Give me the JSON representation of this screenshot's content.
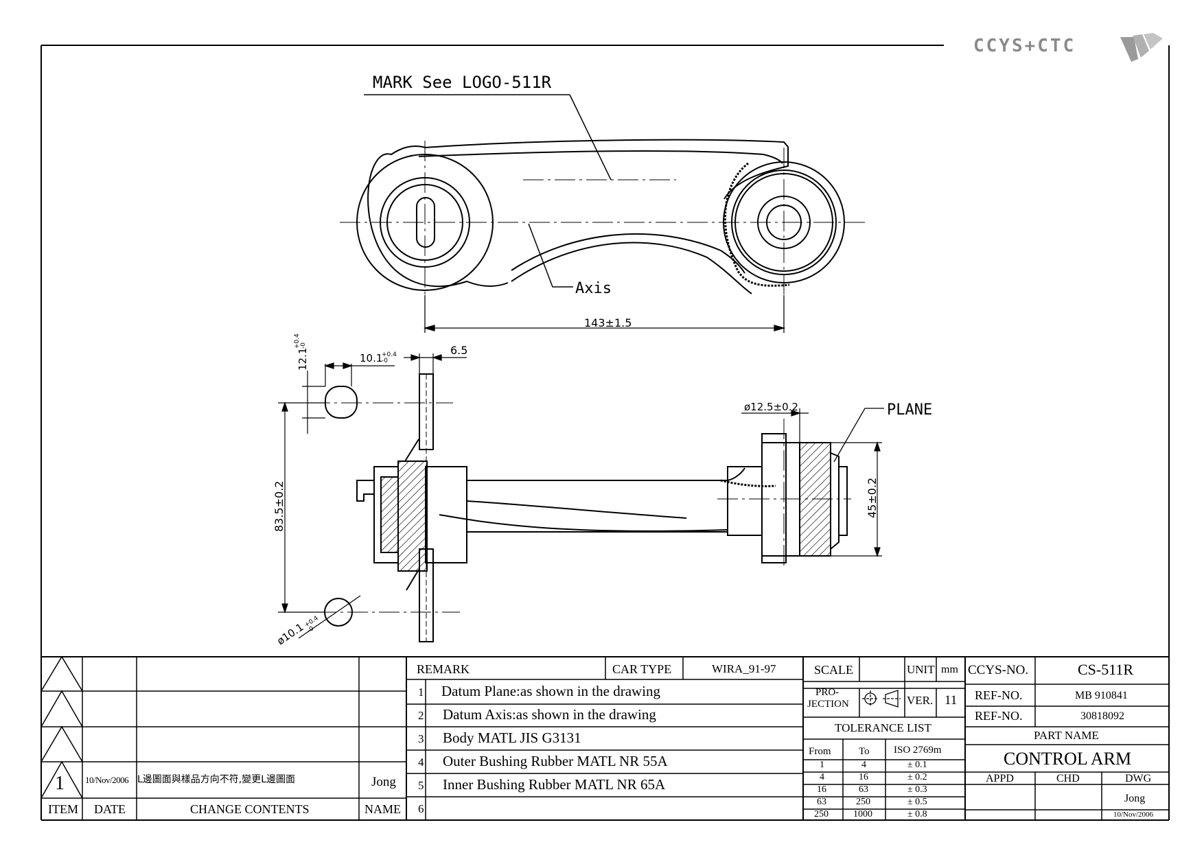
{
  "branding": {
    "logo_text": "CCYS+CTC"
  },
  "callouts": {
    "mark": "MARK See LOGO-511R",
    "axis": "Axis",
    "plane": "PLANE"
  },
  "dimensions": {
    "center_distance": "143±1.5",
    "width_12_1": "12.1",
    "width_10_1": "10.1",
    "thickness": "6.5",
    "bushing_dia": "ø12.5±0.2",
    "plane_height": "45±0.2",
    "vertical": "83.5±0.2",
    "hole_dia": "ø10.1",
    "tol_plus": "+0.4",
    "tol_minus": "-0"
  },
  "revision_table": {
    "rows": [
      {
        "item": "",
        "date": "",
        "content": "",
        "name": ""
      },
      {
        "item": "",
        "date": "",
        "content": "",
        "name": ""
      },
      {
        "item": "",
        "date": "",
        "content": "",
        "name": ""
      },
      {
        "item": "1",
        "date": "10/Nov/2006",
        "content": "L邊圖面與樣品方向不符,變更L邊圖面",
        "name": "Jong"
      }
    ],
    "headers": {
      "item": "ITEM",
      "date": "DATE",
      "content": "CHANGE CONTENTS",
      "name": "NAME"
    }
  },
  "remarks": {
    "title": "REMARK",
    "car_type_label": "CAR TYPE",
    "car_type": "WIRA_91-97",
    "items": [
      {
        "no": "1",
        "text": "Datum Plane:as shown in the drawing"
      },
      {
        "no": "2",
        "text": "Datum Axis:as shown in the drawing"
      },
      {
        "no": "3",
        "text": "Body MATL JIS G3131"
      },
      {
        "no": "4",
        "text": "Outer Bushing Rubber MATL NR 55A"
      },
      {
        "no": "5",
        "text": "Inner Bushing Rubber MATL NR 65A"
      },
      {
        "no": "6",
        "text": ""
      }
    ]
  },
  "spec": {
    "scale_label": "SCALE",
    "scale": "",
    "unit_label": "UNIT",
    "unit": "mm",
    "projection_label_1": "PRO-",
    "projection_label_2": "JECTION",
    "ver_label": "VER.",
    "ver": "11",
    "tolerance_title": "TOLERANCE LIST",
    "tol_headers": {
      "from": "From",
      "to": "To",
      "iso": "ISO 2769m"
    },
    "tolerances": [
      {
        "from": "1",
        "to": "4",
        "tol": "± 0.1"
      },
      {
        "from": "4",
        "to": "16",
        "tol": "± 0.2"
      },
      {
        "from": "16",
        "to": "63",
        "tol": "± 0.3"
      },
      {
        "from": "63",
        "to": "250",
        "tol": "± 0.5"
      },
      {
        "from": "250",
        "to": "1000",
        "tol": "± 0.8"
      }
    ]
  },
  "title_block": {
    "ccys_label": "CCYS-NO.",
    "ccys_no": "CS-511R",
    "ref_label": "REF-NO.",
    "ref_1": "MB 910841",
    "ref_2": "30818092",
    "part_name_label": "PART NAME",
    "part_name": "CONTROL ARM",
    "appd": "APPD",
    "chd": "CHD",
    "dwg": "DWG",
    "drawn_by": "Jong",
    "drawn_date": "10/Nov/2006"
  }
}
